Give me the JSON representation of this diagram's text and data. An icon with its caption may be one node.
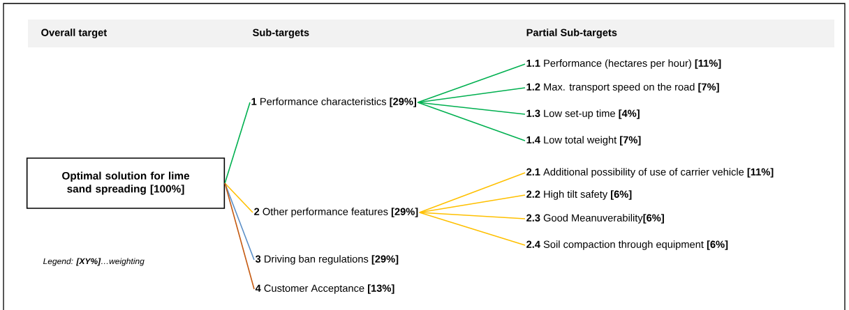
{
  "diagram": {
    "nodes": [
      {
        "text": [
          "Optimal solution for lime sand spreading [100%]"
        ]
      },
      {
        "text": [
          "**1** Performance characteristics **[29%]**"
        ]
      },
      {
        "text": [
          "**2** Other performance features **[29%]**"
        ]
      },
      {
        "text": [
          "**3** Driving ban regulations **[29%]**"
        ]
      },
      {
        "text": [
          "**4** Customer Acceptance **[13%]**"
        ]
      },
      {
        "text": [
          "**1.1** Performance (hectares per hour) **[11%]**"
        ]
      },
      {
        "text": [
          "**1.2** Max. transport speed on the road **[7%]**"
        ]
      },
      {
        "text": [
          "**1.3** Low set-up time **[4%]**"
        ]
      },
      {
        "text": [
          "**1.4** Low total weight **[7%]**"
        ]
      },
      {
        "text": [
          "**2.1** Additional possibility of use of carrier vehicle **[11%]**"
        ]
      },
      {
        "text": [
          "**2.2** High tilt safety **[6%]**"
        ]
      },
      {
        "text": [
          "**2.3** Good Meanuverability**[6%]**"
        ]
      },
      {
        "text": [
          "**2.4** Soil compaction through equipment **[6%]**"
        ]
      }
    ],
    "edges": [
      {
        "from": 0,
        "to": 1,
        "arrow": "none",
        "color": "#00b050"
      },
      {
        "from": 0,
        "to": 2,
        "arrow": "none",
        "color": "#ffc000"
      },
      {
        "from": 0,
        "to": 3,
        "arrow": "none",
        "color": "#5b8fc7"
      },
      {
        "from": 0,
        "to": 4,
        "arrow": "none",
        "color": "#c55a11"
      },
      {
        "from": 1,
        "to": 5,
        "arrow": "none",
        "color": "#00b050"
      },
      {
        "from": 1,
        "to": 6,
        "arrow": "none",
        "color": "#00b050"
      },
      {
        "from": 1,
        "to": 7,
        "arrow": "none",
        "color": "#00b050"
      },
      {
        "from": 1,
        "to": 8,
        "arrow": "none",
        "color": "#00b050"
      },
      {
        "from": 2,
        "to": 9,
        "arrow": "none",
        "color": "#ffc000"
      },
      {
        "from": 2,
        "to": 10,
        "arrow": "none",
        "color": "#ffc000"
      },
      {
        "from": 2,
        "to": 11,
        "arrow": "none",
        "color": "#ffc000"
      },
      {
        "from": 2,
        "to": 12,
        "arrow": "none",
        "color": "#ffc000"
      }
    ],
    "labels": [
      "Overall target",
      "Sub-targets",
      "Partial Sub-targets",
      "Legend: **[XY%]**…weighting"
    ]
  }
}
